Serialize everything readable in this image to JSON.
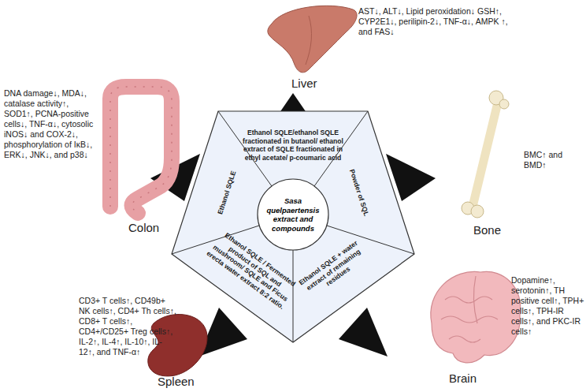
{
  "diagram": {
    "nodes": [
      {
        "text": [
          "Liver",
          "AST↓, ALT↓, Lipid peroxidation↓ GSH↑, CYP2E1↓, perilipin-2↓, TNF-α↓, AMPK ↑, and FAS↓"
        ]
      },
      {
        "text": [
          "Colon",
          "DNA damage↓, MDA↓, catalase activity↑, SOD1↑, PCNA-positive cells↓, TNF-α↓, cytosolic iNOS↓ and COX-2↓, phosphorylation of IκB↓, ERK↓, JNK↓, and p38↓"
        ]
      },
      {
        "text": [
          "Bone",
          "BMC↑ and BMD↑"
        ]
      },
      {
        "text": [
          "Spleen",
          "CD3+ T cells↑, CD49b+ NK cells↑, CD4+ Th cells↑, CD8+ T cells↑, CD4+/CD25+ Treg cells↑, IL-2↑, IL-4↑, IL-10↑, IL-12↑, and TNF-α↑"
        ]
      },
      {
        "text": [
          "Brain",
          "Dopamine↑, serotonin↑, TH positive cell↑, TPH+ cells↑, TPH-IR cells↑, and PKC-IR cells↑"
        ]
      },
      {
        "text": [
          "Sasa quelpaertensis extract and compounds"
        ]
      },
      {
        "text": [
          "Ethanol SQLE/ethanol SQLE fractionated in butanol/ ethanol extract of SQLE fractionated in ethyl acetate/ p-coumaric acid"
        ]
      },
      {
        "text": [
          "Powder of SQL"
        ]
      },
      {
        "text": [
          "Ethanol SQLE + water extract of remaining residues"
        ]
      },
      {
        "text": [
          "Ethanol SQLE / Fermented product of SQL and mushroom/ SQLE and Ficus erecta water extract 8:2 ratio."
        ]
      },
      {
        "text": [
          "Ethanol SQLE"
        ]
      }
    ]
  }
}
